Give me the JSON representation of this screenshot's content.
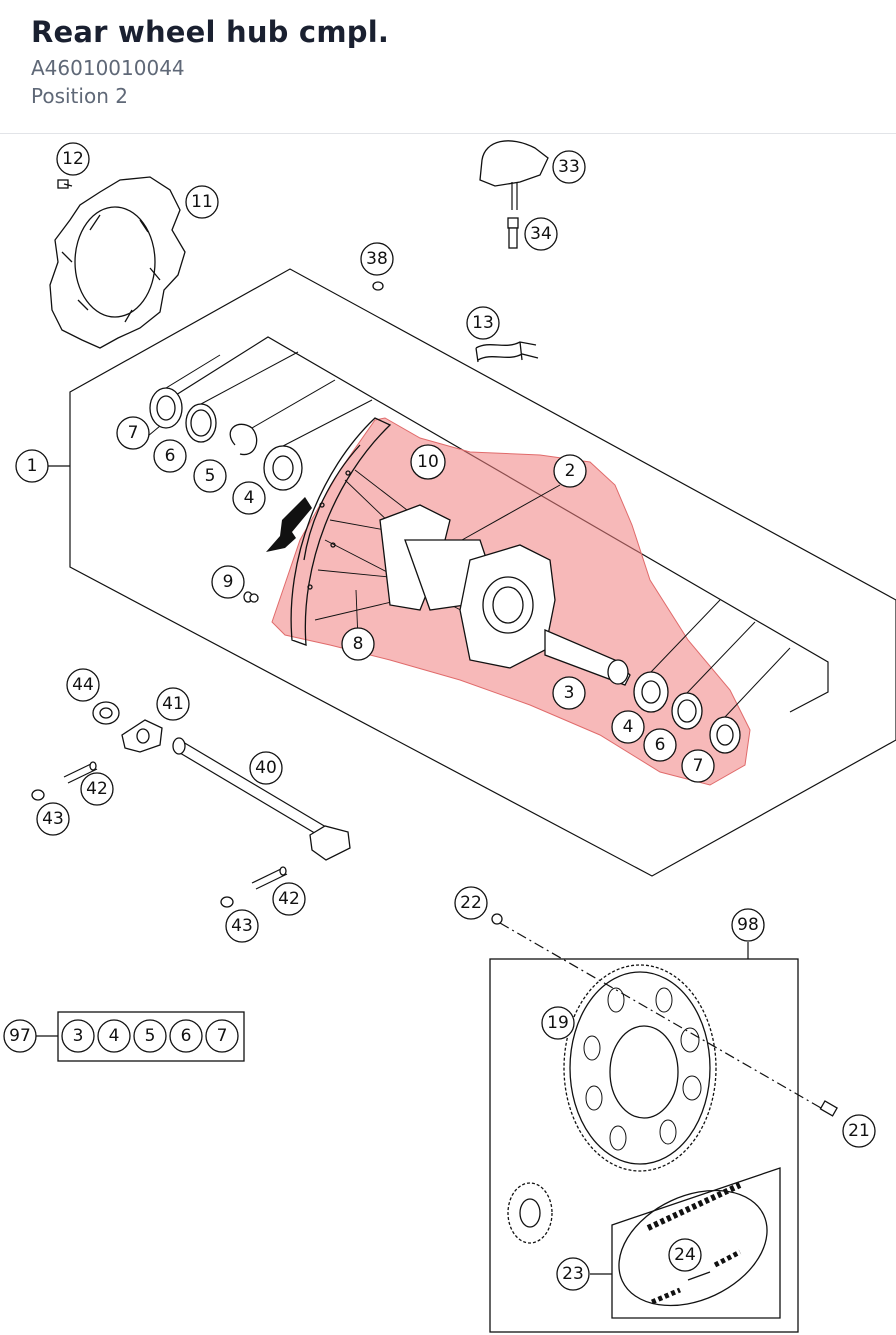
{
  "header": {
    "title": "Rear wheel hub cmpl.",
    "part_number": "A46010010044",
    "position": "Position 2"
  },
  "highlight": {
    "color": "#f08080",
    "part": "10"
  },
  "callouts": {
    "c1": "1",
    "c2": "2",
    "c3": "3",
    "c4a": "4",
    "c4b": "4",
    "c5": "5",
    "c6a": "6",
    "c6b": "6",
    "c7a": "7",
    "c7b": "7",
    "c8": "8",
    "c9": "9",
    "c10": "10",
    "c11": "11",
    "c12": "12",
    "c13": "13",
    "c19": "19",
    "c21": "21",
    "c22": "22",
    "c23": "23",
    "c24": "24",
    "c33": "33",
    "c34": "34",
    "c38": "38",
    "c40": "40",
    "c41": "41",
    "c42a": "42",
    "c42b": "42",
    "c43a": "43",
    "c43b": "43",
    "c44": "44",
    "c97": "97",
    "c98": "98"
  },
  "kit_97": [
    "3",
    "4",
    "5",
    "6",
    "7"
  ]
}
